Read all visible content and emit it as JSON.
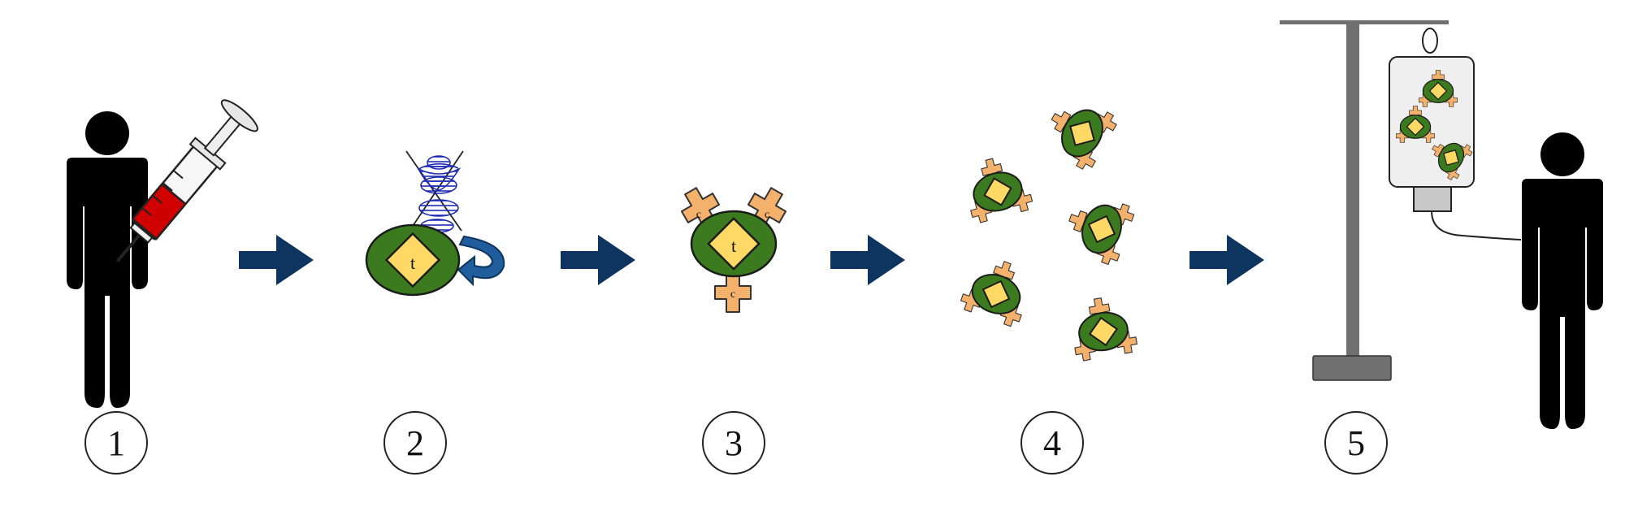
{
  "steps": [
    {
      "number": "1"
    },
    {
      "number": "2"
    },
    {
      "number": "3"
    },
    {
      "number": "4"
    },
    {
      "number": "5"
    }
  ],
  "cell": {
    "core_label": "t",
    "receptor_label": "c"
  },
  "colors": {
    "person": "#000000",
    "arrow": "#0e3560",
    "cell_body": "#3b7a1e",
    "cell_core": "#ffd966",
    "receptor": "#f4b16b",
    "blood": "#d00000",
    "dna": "#1e2bb4",
    "iv_pole": "#707070",
    "iv_bag": "#efefef"
  },
  "icons": [
    "person-icon",
    "syringe-icon",
    "dna-helix-icon",
    "curved-arrow-icon",
    "car-t-cell-icon",
    "iv-stand-icon",
    "iv-bag-icon",
    "right-arrow-icon"
  ]
}
